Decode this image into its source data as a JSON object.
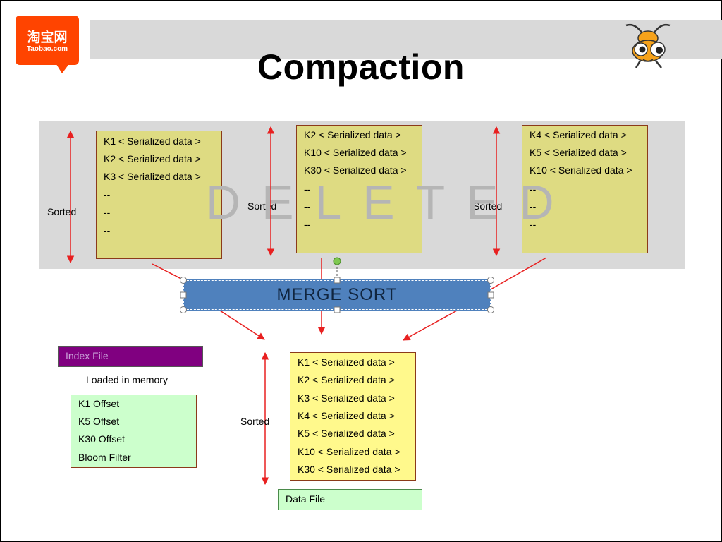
{
  "logo": {
    "cn_text": "淘宝网",
    "en_text": "Taobao.com"
  },
  "slide": {
    "title": "Compaction"
  },
  "colors": {
    "header_bar": "#d9d9d9",
    "panel": "#d9d9d9",
    "olive_box": "#dedb82",
    "output_box": "#fff98c",
    "green_box": "#ccffcc",
    "index_file": "#800080",
    "merge_box": "#4f81bd",
    "arrow": "#e82020"
  },
  "watermark": "DELETED",
  "inputs": [
    {
      "lines": [
        "K1 < Serialized data >",
        "K2 < Serialized data >",
        "K3 < Serialized data >",
        "--",
        "--",
        "--"
      ],
      "sorted_label": "Sorted"
    },
    {
      "lines": [
        "K2 < Serialized data >",
        "K10 < Serialized data >",
        "K30 < Serialized data >",
        "--",
        "--",
        "--"
      ],
      "sorted_label": "Sorted"
    },
    {
      "lines": [
        "K4 < Serialized data >",
        "K5 < Serialized data >",
        "K10 < Serialized data >",
        "--",
        "--",
        "--"
      ],
      "sorted_label": "Sorted"
    }
  ],
  "merge": {
    "label": "MERGE  SORT"
  },
  "index": {
    "title": "Index File",
    "loaded_label": "Loaded in memory",
    "entries": [
      "K1   Offset",
      "K5  Offset",
      "K30  Offset",
      "Bloom Filter"
    ]
  },
  "output": {
    "sorted_label": "Sorted",
    "lines": [
      "K1 < Serialized data >",
      "K2 < Serialized data >",
      "K3 < Serialized data >",
      "K4 < Serialized data >",
      "K5 < Serialized data >",
      "K10 < Serialized data >",
      "K30 < Serialized data >"
    ],
    "data_file_label": "Data File"
  }
}
